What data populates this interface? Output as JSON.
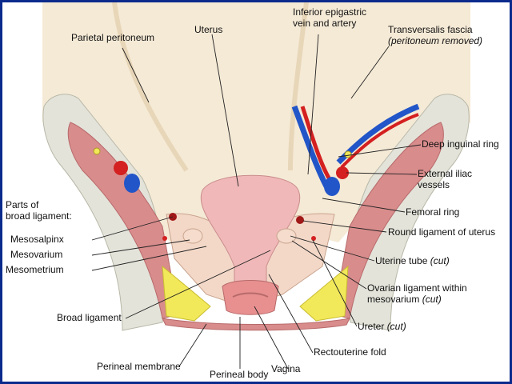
{
  "colors": {
    "background": "#ffffff",
    "frame": "#0b2a8c",
    "peritoneum": "#f5ead6",
    "bone": "#e3e3da",
    "muscle": "#d98c8c",
    "uterus": "#f0b8b8",
    "fat": "#f1e85a",
    "artery": "#d42020",
    "vein": "#2255c8"
  },
  "labels": {
    "parietal_peritoneum": "Parietal peritoneum",
    "uterus": "Uterus",
    "inferior_epigastric_1": "Inferior epigastric",
    "inferior_epigastric_2": "vein and artery",
    "transversalis_fascia": "Transversalis fascia",
    "peritoneum_removed": "(peritoneum removed)",
    "deep_inguinal_ring": "Deep inguinal ring",
    "external_iliac_1": "External iliac",
    "external_iliac_2": "vessels",
    "femoral_ring": "Femoral ring",
    "round_ligament": "Round ligament of uterus",
    "uterine_tube": "Uterine tube",
    "cut": "(cut)",
    "ovarian_ligament_1": "Ovarian ligament within",
    "ovarian_ligament_2": "mesovarium",
    "ureter": "Ureter",
    "rectouterine_fold": "Rectouterine fold",
    "vagina": "Vagina",
    "perineal_body": "Perineal body",
    "perineal_membrane": "Perineal membrane",
    "broad_ligament": "Broad ligament",
    "parts_of_1": "Parts of",
    "parts_of_2": "broad ligament:",
    "mesosalpinx": "Mesosalpinx",
    "mesovarium": "Mesovarium",
    "mesometrium": "Mesometrium"
  }
}
